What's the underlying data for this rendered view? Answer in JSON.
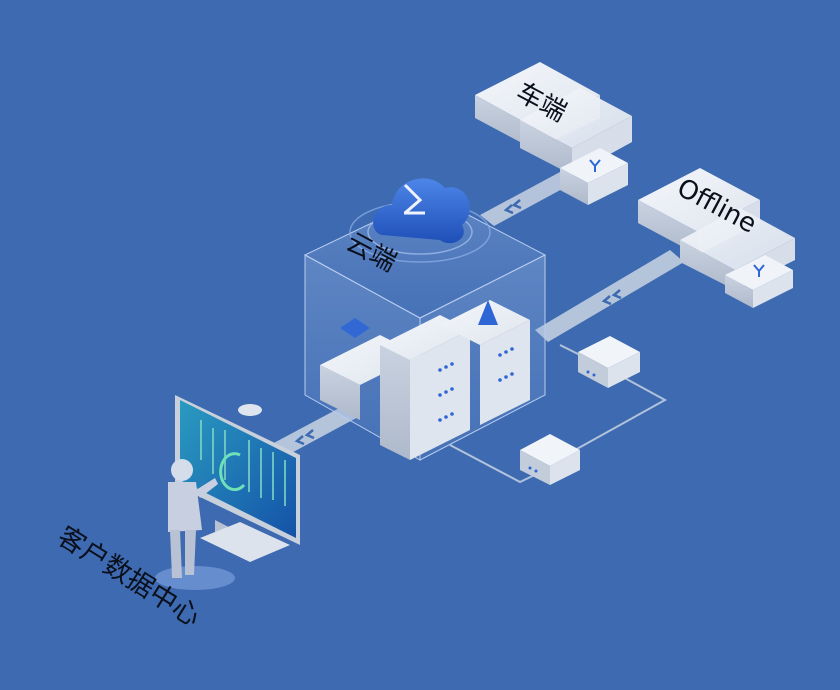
{
  "labels": {
    "vehicle": "车端",
    "cloud": "云端",
    "offline": "Offline",
    "customer_dc": "客户数据中心"
  },
  "colors": {
    "background": "#3d6ab0",
    "server": "#e9edf3",
    "accent": "#2e66d6",
    "monitor_screen": "#1a7fb3",
    "dots": "#7fd6c5"
  },
  "icons": {
    "cloud": "cloud-icon",
    "chevrons": "double-chevron-icon",
    "person": "person-icon",
    "monitor": "monitor-icon",
    "server": "server-rack-icon"
  }
}
